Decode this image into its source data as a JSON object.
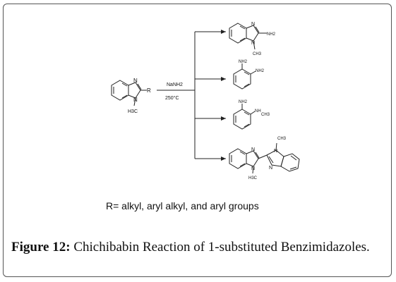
{
  "scheme": {
    "reactant": {
      "r_label": "R",
      "n_top": "N",
      "n_bottom": "N",
      "methyl": "H3C"
    },
    "reagent": {
      "top": "NaNH2",
      "bottom": "250°C"
    },
    "products": [
      {
        "amine": "NH2",
        "n_top": "N",
        "n_bottom": "N",
        "methyl": "CH3"
      },
      {
        "amine_top": "NH2",
        "amine_side": "NH2"
      },
      {
        "amine_top": "NH2",
        "amine_side": "NH",
        "methyl": "CH3"
      },
      {
        "n_top_left": "N",
        "n_bottom_left": "N",
        "methyl_bottom": "H3C",
        "methyl_top": "CH3",
        "n_top_right": "N",
        "n_bottom_right": "N"
      }
    ]
  },
  "r_note": "R= alkyl, aryl alkyl, and aryl groups",
  "caption": {
    "figure_label": "Figure 12:",
    "text": " Chichibabin Reaction of 1-substituted Benzimidazoles."
  }
}
